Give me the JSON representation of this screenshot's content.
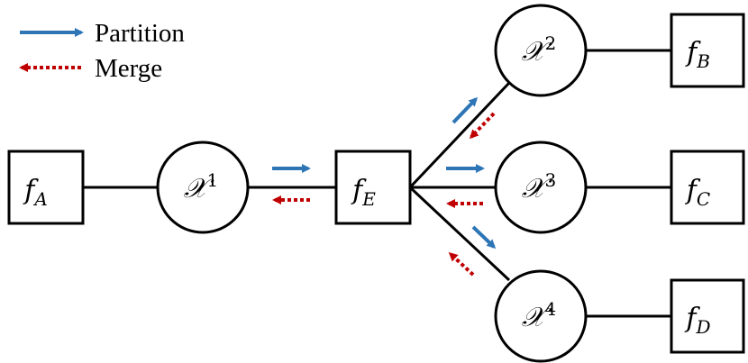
{
  "legend": {
    "partition": {
      "label": "Partition",
      "color": "#2E75B6"
    },
    "merge": {
      "label": "Merge",
      "color": "#C00000"
    }
  },
  "factor_nodes": [
    {
      "id": "fA",
      "base": "f",
      "sub": "A"
    },
    {
      "id": "fE",
      "base": "f",
      "sub": "E"
    },
    {
      "id": "fB",
      "base": "f",
      "sub": "B"
    },
    {
      "id": "fC",
      "base": "f",
      "sub": "C"
    },
    {
      "id": "fD",
      "base": "f",
      "sub": "D"
    }
  ],
  "variable_nodes": [
    {
      "id": "X1",
      "base": "𝒳",
      "sup": "1"
    },
    {
      "id": "X2",
      "base": "𝒳",
      "sup": "2"
    },
    {
      "id": "X3",
      "base": "𝒳",
      "sup": "3"
    },
    {
      "id": "X4",
      "base": "𝒳",
      "sup": "4"
    }
  ]
}
